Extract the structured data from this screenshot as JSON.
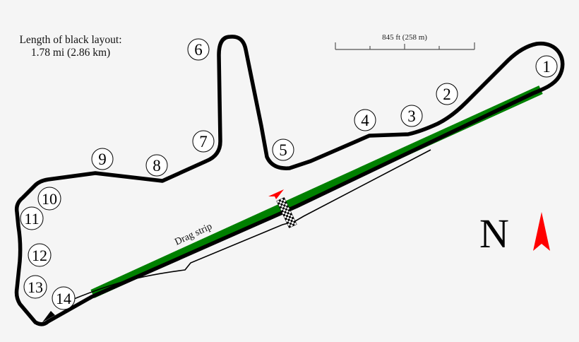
{
  "info": {
    "length_title": "Length of black layout:",
    "length_value": "1.78 mi (2.86 km)"
  },
  "scale_bar": {
    "label": "845 ft (258 m)",
    "divisions": 4
  },
  "drag_strip": {
    "label": "Drag strip",
    "color": "#008000"
  },
  "north": {
    "label": "N",
    "arrow_color": "#ff0000"
  },
  "start_finish": {
    "flag": "checkered",
    "direction_arrow_color": "#ff0000"
  },
  "track": {
    "color": "#000000",
    "background": "#f5f5f5"
  },
  "turns": [
    {
      "label": "1"
    },
    {
      "label": "2"
    },
    {
      "label": "3"
    },
    {
      "label": "4"
    },
    {
      "label": "5"
    },
    {
      "label": "6"
    },
    {
      "label": "7"
    },
    {
      "label": "8"
    },
    {
      "label": "9"
    },
    {
      "label": "10"
    },
    {
      "label": "11"
    },
    {
      "label": "12"
    },
    {
      "label": "13"
    },
    {
      "label": "14"
    }
  ]
}
